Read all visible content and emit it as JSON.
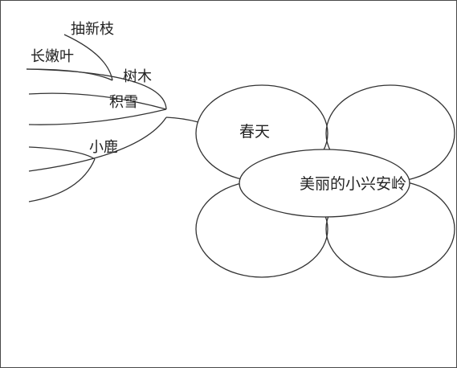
{
  "center": {
    "label": "美丽的小兴安岭"
  },
  "petals": {
    "top_left": "春天",
    "top_right": "",
    "bottom_left": "",
    "bottom_right": ""
  },
  "branches": {
    "trees": "树木",
    "new_branches": "抽新枝",
    "tender_leaves": "长嫩叶",
    "snow": "积雪",
    "deer": "小鹿"
  }
}
